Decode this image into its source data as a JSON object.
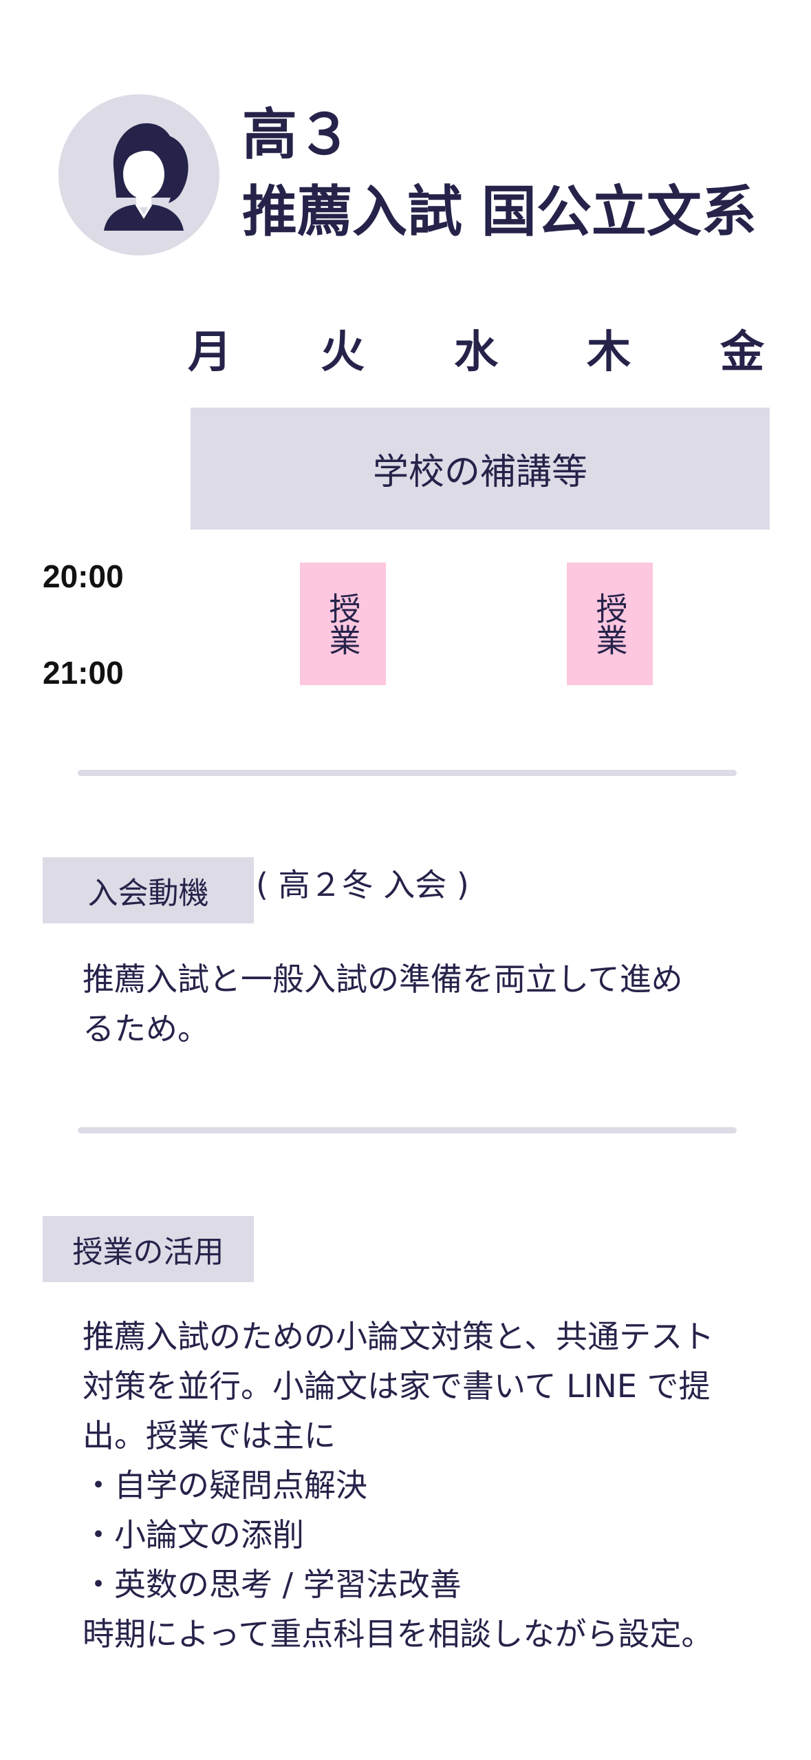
{
  "header": {
    "grade": "高３",
    "course": "推薦入試 国公立文系",
    "avatar_icon": "female-student-avatar-icon"
  },
  "schedule": {
    "days": [
      "月",
      "火",
      "水",
      "木",
      "金"
    ],
    "school_block": "学校の補講等",
    "times": [
      "20:00",
      "21:00"
    ],
    "lessons": [
      {
        "day": "火",
        "label": "授業"
      },
      {
        "day": "木",
        "label": "授業"
      }
    ]
  },
  "motivation": {
    "label": "入会動機",
    "note": "( 高２冬 入会 )",
    "lines": [
      "推薦入試と一般入試の準備を両立して進め",
      "るため。"
    ]
  },
  "usage": {
    "label": "授業の活用",
    "lines": [
      "推薦入試のための小論文対策と、共通テスト",
      "対策を並行。小論文は家で書いて LINE で提",
      "出。授業では主に",
      "・自学の疑問点解決",
      "・小論文の添削",
      "・英数の思考 / 学習法改善",
      "時期によって重点科目を相談しながら設定。"
    ]
  },
  "colors": {
    "text": "#26234a",
    "band": "#dcdbe6",
    "lesson": "#fdc7df"
  }
}
